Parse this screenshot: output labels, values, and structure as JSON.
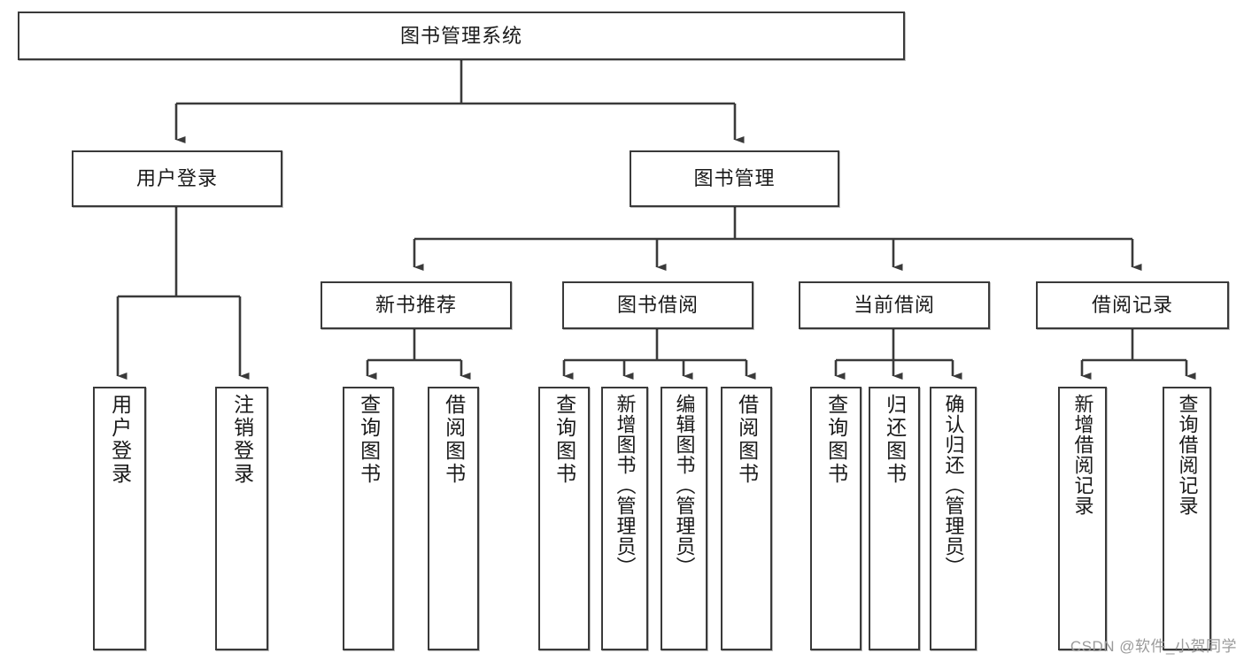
{
  "diagram": {
    "title": "图书管理系统",
    "type": "tree-hierarchy-chart",
    "root": {
      "label": "图书管理系统"
    },
    "level2": [
      {
        "label": "用户登录"
      },
      {
        "label": "图书管理"
      }
    ],
    "level3": [
      {
        "label": "新书推荐"
      },
      {
        "label": "图书借阅"
      },
      {
        "label": "当前借阅"
      },
      {
        "label": "借阅记录"
      }
    ],
    "leaves": {
      "user_login": [
        {
          "label": "用户登录"
        },
        {
          "label": "注销登录"
        }
      ],
      "new_book_recommend": [
        {
          "label": "查询图书"
        },
        {
          "label": "借阅图书"
        }
      ],
      "book_borrow": [
        {
          "label": "查询图书"
        },
        {
          "label": "新增图书（管理员）"
        },
        {
          "label": "编辑图书（管理员）"
        },
        {
          "label": "借阅图书"
        }
      ],
      "current_borrow": [
        {
          "label": "查询图书"
        },
        {
          "label": "归还图书"
        },
        {
          "label": "确认归还（管理员）"
        }
      ],
      "borrow_record": [
        {
          "label": "新增借阅记录"
        },
        {
          "label": "查询借阅记录"
        }
      ]
    }
  },
  "watermark": {
    "text": "CSDN @软件_小贺同学"
  },
  "colors": {
    "border": "#3a3a3a",
    "text": "#1a1a1a",
    "background": "#ffffff",
    "watermark": "#9a9a9a"
  }
}
